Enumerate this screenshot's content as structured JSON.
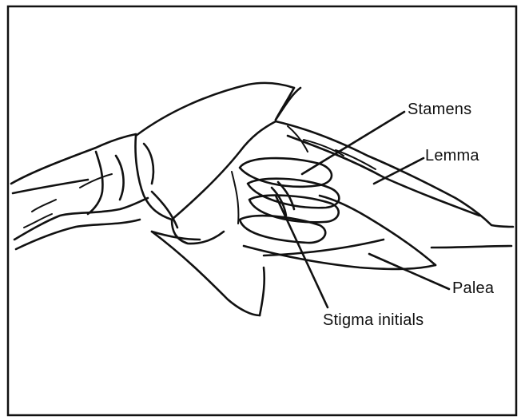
{
  "labels": {
    "stamens": "Stamens",
    "lemma": "Lemma",
    "palea": "Palea",
    "stigma": "Stigma initials"
  }
}
